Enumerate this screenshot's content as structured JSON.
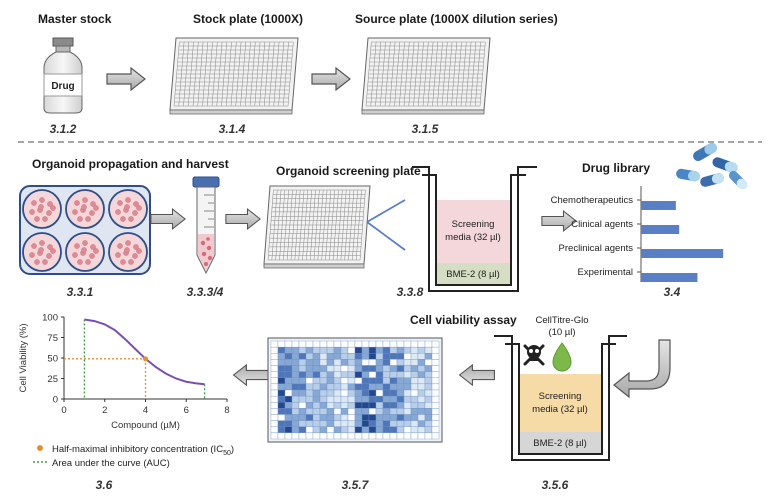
{
  "top_row": {
    "master_stock": "Master stock",
    "drug_label": "Drug",
    "stock_plate": "Stock plate (1000X)",
    "source_plate": "Source plate (1000X dilution series)",
    "steps": [
      "3.1.2",
      "3.1.4",
      "3.1.5"
    ]
  },
  "middle_row": {
    "propagation": "Organoid propagation and harvest",
    "screening_plate": "Organoid screening plate",
    "screening_media": "Screening",
    "screening_media_vol": "media (32 µl)",
    "bme": "BME-2 (8 µl)",
    "drug_library": "Drug library",
    "steps": [
      "3.3.1",
      "3.3.3/4",
      "3.3.8",
      "3.4"
    ]
  },
  "library": {
    "categories": [
      "Chemotherapeutics",
      "Clinical agents",
      "Preclinical agents",
      "Experimental"
    ],
    "values": [
      0.42,
      0.46,
      0.99,
      0.68
    ],
    "bar_color": "#5b7fc4"
  },
  "bottom_row": {
    "cell_viability": "Cell viability assay",
    "celltitre": "CellTitre-Glo",
    "celltitre_vol": "(10 µl)",
    "screening_media": "Screening",
    "screening_media_vol": "media (32 µl)",
    "bme": "BME-2 (8 µl)",
    "steps": [
      "3.6",
      "3.5.7",
      "3.5.6"
    ]
  },
  "chart_data": {
    "type": "line",
    "xlabel": "Compound (µM)",
    "ylabel": "Cell Viability (%)",
    "xlim": [
      0,
      8
    ],
    "ylim": [
      0,
      100
    ],
    "xticks": [
      "0",
      "2",
      "4",
      "6",
      "8"
    ],
    "yticks": [
      "0",
      "25",
      "50",
      "75",
      "100"
    ],
    "series": [
      {
        "x": [
          1.0,
          1.5,
          2.0,
          2.5,
          3.0,
          3.5,
          4.0,
          4.5,
          5.0,
          5.5,
          6.0,
          6.5,
          6.9
        ],
        "y": [
          97,
          95,
          91,
          84,
          73,
          61,
          49,
          39,
          31,
          25,
          21,
          19,
          18
        ]
      }
    ],
    "ic50": {
      "x": 4.0,
      "y": 49
    },
    "auc_bounds": [
      1.0,
      6.9
    ],
    "legend": [
      "Half-maximal inhibitory concentration (IC",
      "Area under the curve (AUC)"
    ],
    "legend_sub": "50",
    "legend_close": ")",
    "line_color": "#7b4fb0",
    "ic50_color": "#e59030",
    "auc_color": "#3fa04a"
  },
  "heatmap": {
    "rows": 16,
    "cols": 24,
    "colors": [
      "#ffffff",
      "#dde8f5",
      "#b9cfe9",
      "#87a8d4",
      "#4f76b8",
      "#23488f"
    ]
  },
  "icons": {
    "skull": "skull-crossbones-icon",
    "drop": "green-drop-icon"
  }
}
